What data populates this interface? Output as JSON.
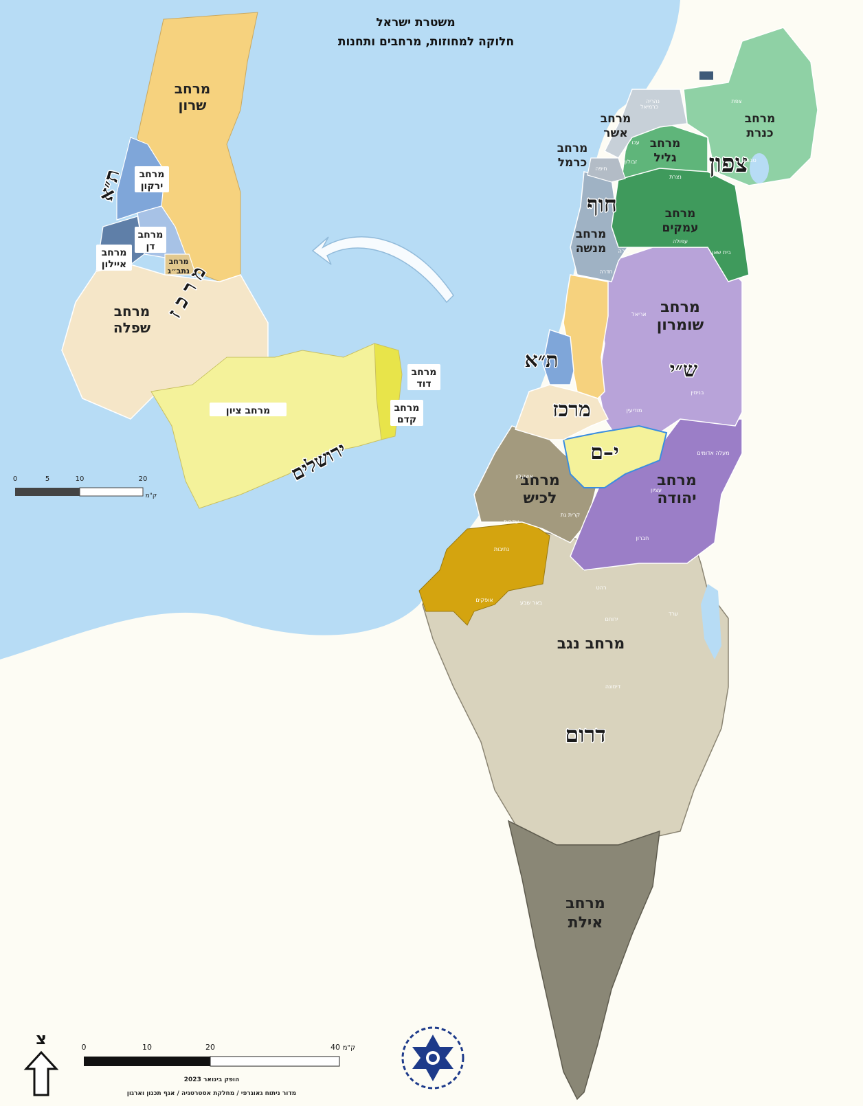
{
  "title": {
    "line1": "משטרת ישראל",
    "line2": "חלוקה למחוזות, מרחבים ותחנות"
  },
  "districts": {
    "tzafon": "צפון",
    "hof": "חוף",
    "ta": "ת״א",
    "ta_inset": "ת״א",
    "merkaz": "מרכז",
    "merkaz_inset": "מ ר כ ז",
    "shay": "ש״י",
    "yam": "י–ם",
    "yerushalayim": "ירושלים",
    "darom": "דרום"
  },
  "regions_main": {
    "asher": [
      "מרחב",
      "אשר"
    ],
    "kinneret": [
      "מרחב",
      "כנרת"
    ],
    "galil": [
      "מרחב",
      "גליל"
    ],
    "karmel": [
      "מרחב",
      "כרמל"
    ],
    "amakim": [
      "מרחב",
      "עמקים"
    ],
    "menashe": [
      "מרחב",
      "מנשה"
    ],
    "shomron": [
      "מרחב",
      "שומרון"
    ],
    "lachish": [
      "מרחב",
      "לכיש"
    ],
    "yehuda": [
      "מרחב",
      "יהודה"
    ],
    "negev": [
      "מרחב נגב"
    ],
    "eilat": [
      "מרחב",
      "אילת"
    ]
  },
  "regions_inset": {
    "sharon": [
      "מרחב",
      "שרון"
    ],
    "yarkon": [
      "מרחב",
      "ירקון"
    ],
    "dan": [
      "מרחב",
      "דן"
    ],
    "ayalon": [
      "מרחב",
      "איילון"
    ],
    "natbag": [
      "מרחב",
      "נתב״ג"
    ],
    "shfela": [
      "מרחב",
      "שפלה"
    ],
    "zion": [
      "מרחב ציון"
    ],
    "david": [
      "מרחב",
      "דוד"
    ],
    "kedem": [
      "מרחב",
      "קדם"
    ]
  },
  "stations": [
    "כרמיאל",
    "טבריה",
    "צפת",
    "נהריה",
    "עכו",
    "זבולון",
    "חיפה",
    "טירה",
    "עפולה",
    "נצרת",
    "בית שאן",
    "חדרה",
    "אריאל",
    "בנימין",
    "מודיעין",
    "אשקלון",
    "קרית גת",
    "שדרות",
    "נתיבות",
    "באר שבע",
    "רהט",
    "ערד",
    "דימונה",
    "ירוחם",
    "חברון",
    "עציון",
    "מעלה אדומים",
    "אופקים"
  ],
  "inset_scale": {
    "ticks": [
      "0",
      "5",
      "10",
      "20"
    ],
    "unit": "ק\"מ"
  },
  "main_scale": {
    "ticks": [
      "0",
      "10",
      "20",
      "40"
    ],
    "unit": "ק\"מ"
  },
  "north_arrow": "צ",
  "credits": {
    "issued": "הופק בינואר 2023",
    "dept": "מדור ניתוח גאוגרפי / מחלקת אסטרטגיה / אגף תכנון וארגון"
  },
  "colors": {
    "sea": "#b7dcf5",
    "land": "#fdfcf4",
    "tzafon": "#8fd1a5",
    "tzafon_dark": "#3f9a5c",
    "hof": "#9fb2c4",
    "ta": "#7fa6d9",
    "merkaz": "#f6d27e",
    "shfela": "#f5e6c8",
    "shay": "#b8a3d9",
    "yam": "#f4f29a",
    "lachish": "#a39a7e",
    "negev": "#d9d3bd",
    "eilat": "#8a8776",
    "ofakim": "#d4a40f"
  }
}
